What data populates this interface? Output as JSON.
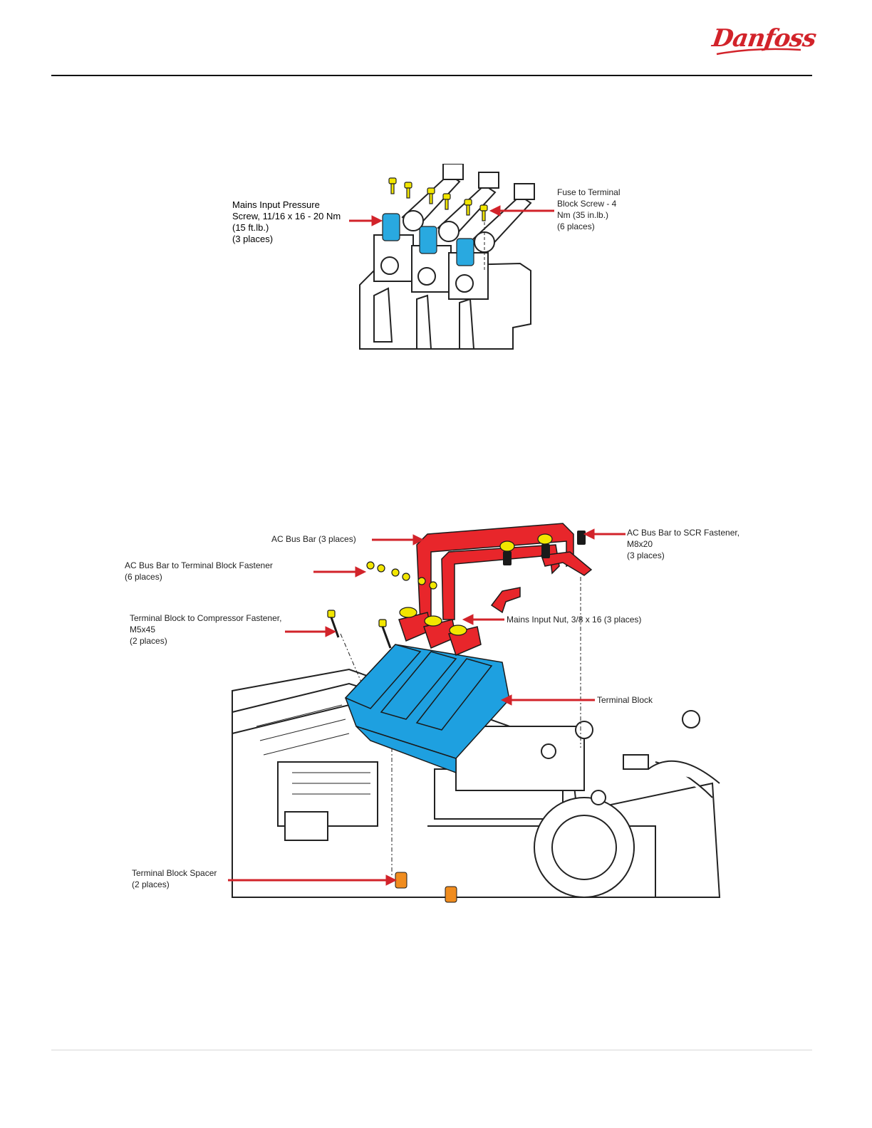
{
  "header": {
    "logo_text": "Danfoss",
    "brand_color": "#d2232a"
  },
  "figure1": {
    "labels": {
      "mains_input_pressure_screw": [
        "Mains Input Pressure",
        "Screw, 11/16 x 16 - 20 Nm",
        "(15 ft.lb.)",
        "(3 places)"
      ],
      "fuse_to_terminal_block_screw": [
        "Fuse to Terminal",
        "Block Screw - 4",
        "Nm (35 in.lb.)",
        "(6 places)"
      ]
    }
  },
  "figure2": {
    "labels": {
      "ac_bus_bar": [
        "AC Bus Bar (3 places)"
      ],
      "ac_bus_bar_to_scr_fastener": [
        "AC Bus Bar to SCR Fastener,",
        "M8x20",
        "(3 places)"
      ],
      "ac_bus_bar_to_terminal_block_fastener": [
        "AC Bus Bar to Terminal Block Fastener",
        "(6 places)"
      ],
      "terminal_block_to_compressor_fastener": [
        "Terminal Block to Compressor Fastener,",
        "M5x45",
        "(2 places)"
      ],
      "mains_input_nut": [
        "Mains Input Nut, 3/8 x 16 (3 places)"
      ],
      "terminal_block": [
        "Terminal Block"
      ],
      "terminal_block_spacer": [
        "Terminal Block Spacer",
        "(2 places)"
      ]
    }
  },
  "colors": {
    "arrow": "#d2232a",
    "screw": "#f2e600",
    "pressure_screw": "#29a9e0",
    "terminal_block": "#1ea0e0",
    "bus_bar": "#e8262b",
    "spacer": "#f08c1e"
  }
}
